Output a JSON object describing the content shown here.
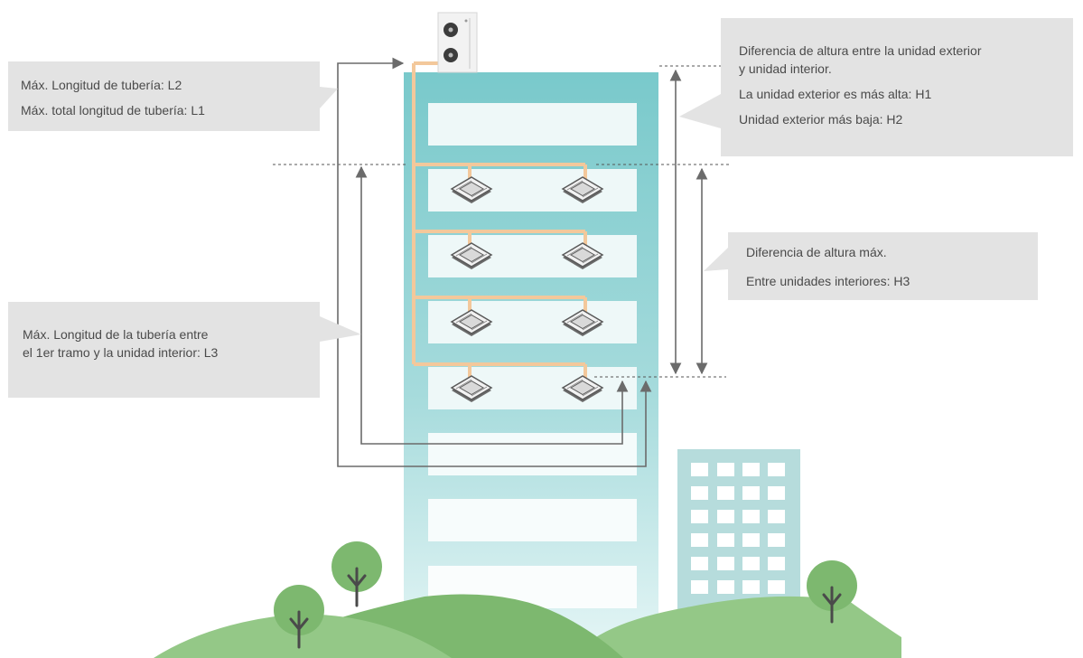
{
  "callouts": {
    "pipe_length": {
      "line1": "Máx. Longitud de tubería: L2",
      "line2": "Máx. total longitud de tubería: L1"
    },
    "height_outdoor_indoor": {
      "line1": "Diferencia de altura entre la unidad exterior",
      "line2": "y unidad interior.",
      "line3": "La unidad exterior es más alta: H1",
      "line4": "Unidad exterior más baja: H2"
    },
    "height_indoor_indoor": {
      "line1": "Diferencia de altura máx.",
      "line2": "Entre unidades interiores: H3"
    },
    "first_branch_length": {
      "line1": "Máx. Longitud de la tubería entre",
      "line2": "el 1er tramo y la unidad interior: L3"
    }
  },
  "colors": {
    "building_top": "#79c9cb",
    "building_bottom": "#e6f6f6",
    "pipe": "#f3c89b",
    "arrow": "#6b6b6b",
    "callout_bg": "#e3e3e3",
    "hill_dark": "#7db86f",
    "hill_light": "#94c887",
    "office": "#b6dcdc",
    "office_window": "#ffffff"
  },
  "icons": [
    "outdoor-unit-icon",
    "cassette-indoor-unit-icon",
    "tree-icon",
    "office-building-icon"
  ]
}
